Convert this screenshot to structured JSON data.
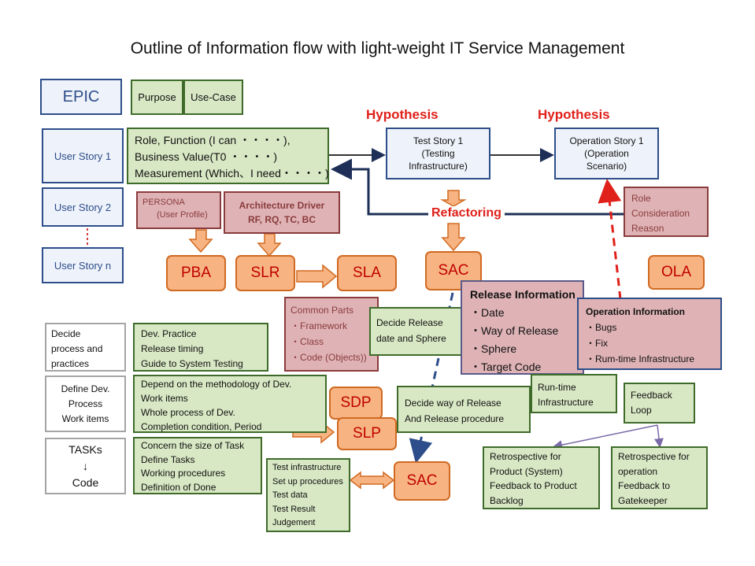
{
  "title": "Outline of Information flow with light-weight IT Service Management",
  "epic": "EPIC",
  "purpose": "Purpose",
  "use_case": "Use-Case",
  "user_stories": [
    "User Story  1",
    "User Story  2",
    "User Story  n"
  ],
  "role_box": [
    "Role, Function (I can ・・・・),",
    "Business Value(T0 ・・・・)",
    "Measurement (Which、I need・・・・)"
  ],
  "hypothesis_1": "Hypothesis",
  "hypothesis_2": "Hypothesis",
  "test_story": [
    "Test Story  1",
    "(Testing",
    "Infrastructure)"
  ],
  "operation_story": [
    "Operation Story  1",
    "(Operation",
    "Scenario)"
  ],
  "refactoring": "Refactoring",
  "role_consideration": [
    "Role",
    "Consideration",
    "Reason"
  ],
  "persona": [
    "PERSONA",
    "(User Profile)"
  ],
  "arch_driver": [
    "Architecture Driver",
    "RF, RQ, TC, BC"
  ],
  "pba": "PBA",
  "slr": "SLR",
  "sla": "SLA",
  "sac_top": "SAC",
  "ola": "OLA",
  "common_parts": [
    "Common Parts",
    "・Framework",
    "・Class",
    "・Code (Objects))"
  ],
  "decide_release": [
    "Decide Release",
    "date and Sphere"
  ],
  "release_info": {
    "title": "Release Information",
    "items": [
      "・Date",
      "・Way of Release",
      "・Sphere",
      "・Target Code"
    ]
  },
  "operation_info": {
    "title": "Operation Information",
    "items": [
      "・Bugs",
      "・Fix",
      "・Rum-time Infrastructure"
    ]
  },
  "row1_label": [
    "Decide",
    "process and",
    "practices"
  ],
  "row1_content": [
    "Dev. Practice",
    "Release timing",
    "Guide to System Testing"
  ],
  "row2_label": [
    "Define Dev.",
    "Process",
    "Work items"
  ],
  "row2_content": [
    "Depend on the methodology of Dev.",
    "Work items",
    "Whole process of Dev.",
    "Completion condition, Period"
  ],
  "sdp": "SDP",
  "slp": "SLP",
  "decide_way": [
    "Decide way of Release",
    "And Release procedure"
  ],
  "runtime": [
    "Run-time",
    "Infrastructure"
  ],
  "feedback_loop": [
    "Feedback",
    "Loop"
  ],
  "row3_label": [
    "TASKs",
    "↓",
    "Code"
  ],
  "row3_content": [
    "Concern the size of Task",
    "Define Tasks",
    "Working procedures",
    "Definition of Done"
  ],
  "test_infra": [
    "Test infrastructure",
    "Set up procedures",
    "Test data",
    "Test Result",
    "Judgement"
  ],
  "sac_bottom": "SAC",
  "retro_product": [
    "Retrospective for",
    "Product (System)",
    "Feedback to Product",
    "Backlog"
  ],
  "retro_operation": [
    "Retrospective for",
    "operation",
    "Feedback to",
    "Gatekeeper"
  ],
  "colors": {
    "blue_border": "#2d4e8a",
    "green_fill": "#d8e8c4",
    "pink_fill": "#dfb3b6",
    "orange_fill": "#f7b482",
    "red_text": "#e0201a",
    "arrow_dark": "#1e2f57"
  }
}
